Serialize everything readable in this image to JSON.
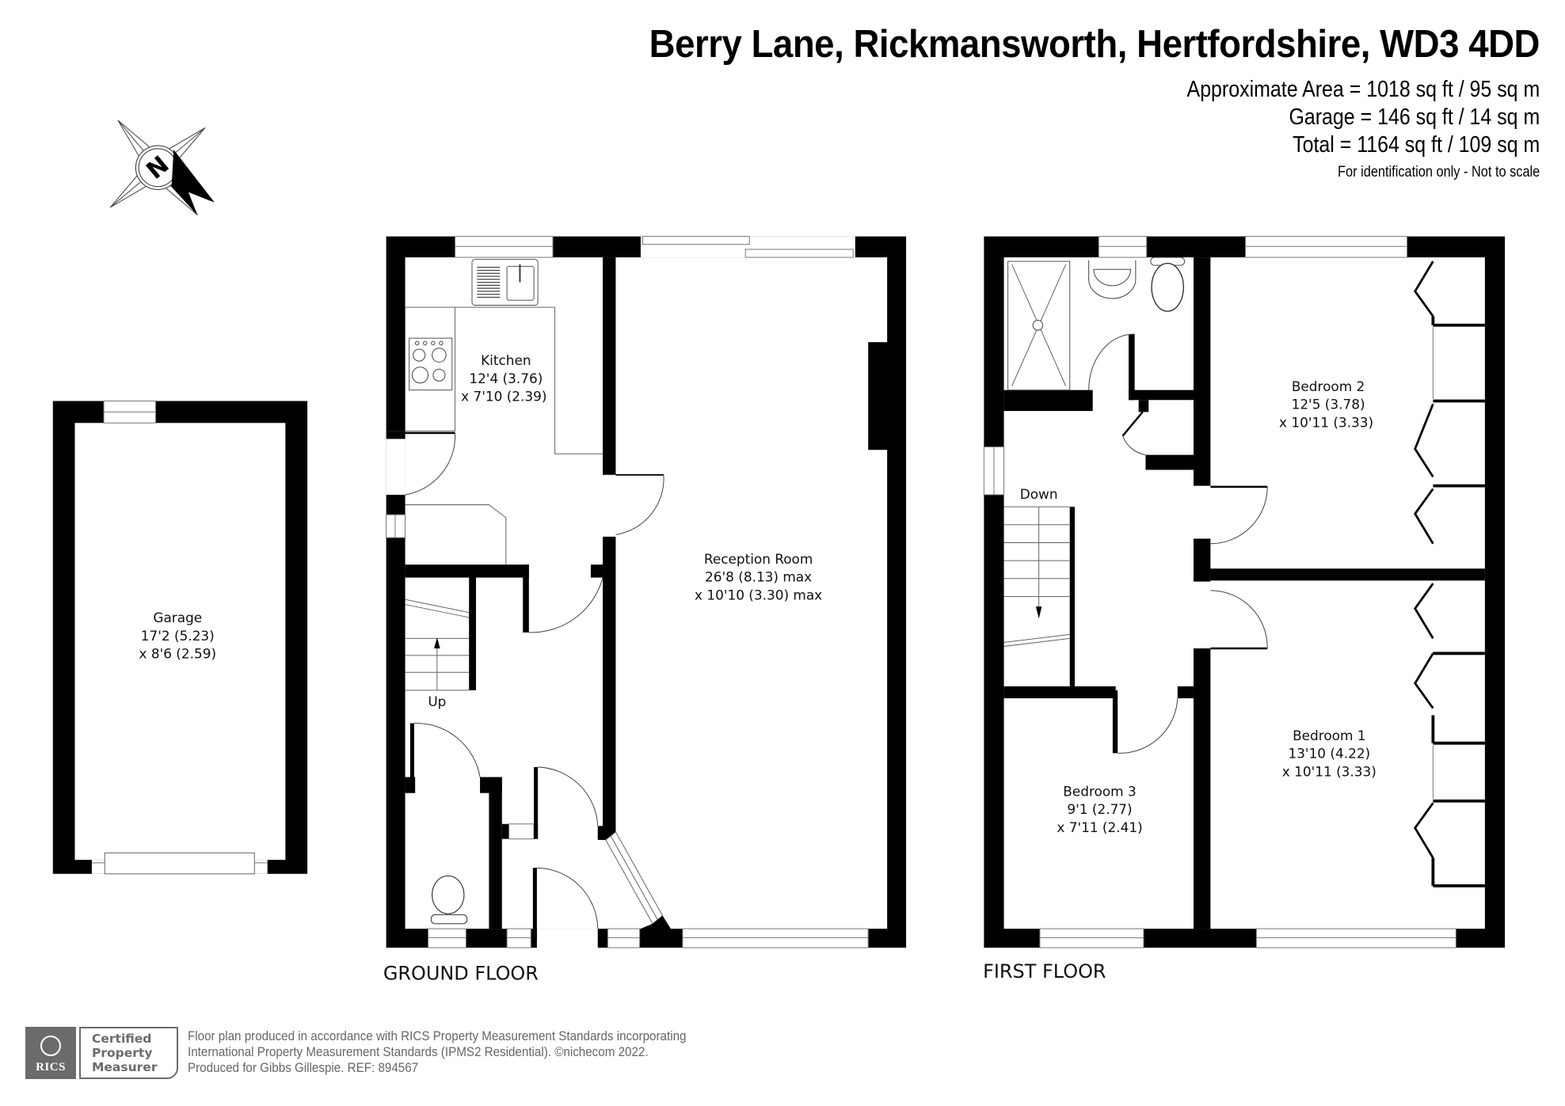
{
  "header": {
    "address": "Berry Lane, Rickmansworth, Hertfordshire, WD3 4DD",
    "approximate_area": "Approximate Area = 1018 sq ft / 95 sq m",
    "garage_area": "Garage = 146 sq ft / 14 sq m",
    "total_area": "Total = 1164 sq ft / 109 sq m",
    "disclaimer": "For identification only - Not to scale"
  },
  "compass": {
    "icon": "north-compass-icon",
    "letter": "N"
  },
  "garage": {
    "name": "Garage",
    "dim1": "17'2 (5.23)",
    "dim2": "x 8'6 (2.59)"
  },
  "ground_floor": {
    "label": "GROUND FLOOR",
    "rooms": [
      {
        "name": "Kitchen",
        "dim1": "12'4 (3.76)",
        "dim2": "x 7'10 (2.39)"
      },
      {
        "name": "Reception Room",
        "dim1": "26'8 (8.13) max",
        "dim2": "x 10'10 (3.30) max"
      }
    ],
    "stairs_label": "Up"
  },
  "first_floor": {
    "label": "FIRST FLOOR",
    "rooms": [
      {
        "name": "Bedroom 2",
        "dim1": "12'5 (3.78)",
        "dim2": "x 10'11 (3.33)"
      },
      {
        "name": "Bedroom 1",
        "dim1": "13'10 (4.22)",
        "dim2": "x 10'11 (3.33)"
      },
      {
        "name": "Bedroom 3",
        "dim1": "9'1 (2.77)",
        "dim2": "x 7'11 (2.41)"
      }
    ],
    "stairs_label": "Down"
  },
  "footer": {
    "rics_logo_text": "RICS",
    "cert_line1": "Certified",
    "cert_line2": "Property",
    "cert_line3": "Measurer",
    "line1": "Floor plan produced in accordance with RICS Property Measurement Standards incorporating",
    "line2": "International Property Measurement Standards (IPMS2 Residential).   ©nichecom 2022.",
    "line3": "Produced for Gibbs Gillespie.   REF: 894567"
  },
  "colors": {
    "wall": "#000000",
    "fixture_line": "#555555",
    "footer_gray": "#6b6b6b"
  }
}
